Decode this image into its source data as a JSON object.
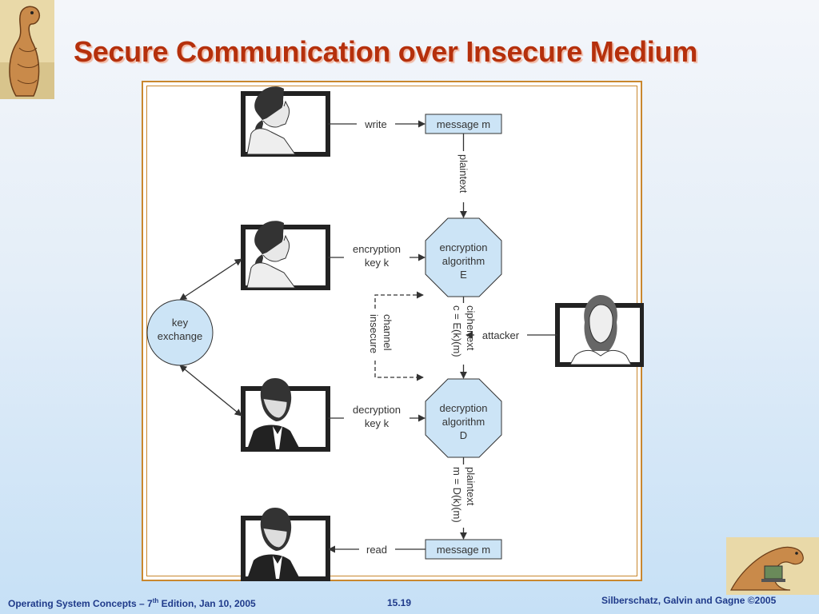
{
  "slide": {
    "title": "Secure Communication over Insecure Medium"
  },
  "diagram": {
    "write_label": "write",
    "read_label": "read",
    "message_top": "message m",
    "message_bottom": "message m",
    "plaintext_top": "plaintext",
    "encryption_key_line1": "encryption",
    "encryption_key_line2": "key k",
    "decryption_key_line1": "decryption",
    "decryption_key_line2": "key k",
    "encryption_algo_line1": "encryption",
    "encryption_algo_line2": "algorithm",
    "encryption_algo_line3": "E",
    "decryption_algo_line1": "decryption",
    "decryption_algo_line2": "algorithm",
    "decryption_algo_line3": "D",
    "key_exchange_line1": "key",
    "key_exchange_line2": "exchange",
    "insecure_line1": "insecure",
    "insecure_line2": "channel",
    "ciphertext_line1": "ciphertext",
    "ciphertext_line2": "c = E(k)(m)",
    "plaintext_bottom_line1": "plaintext",
    "plaintext_bottom_line2": "m = D(k)(m)",
    "attacker_label": "attacker"
  },
  "footer": {
    "book": "Operating System Concepts – 7",
    "book_sup": "th",
    "book_rest": " Edition, Jan 10, 2005",
    "page": "15.19",
    "authors": "Silberschatz, Galvin and Gagne ©2005"
  },
  "colors": {
    "title": "#b5300c",
    "footer": "#1f3a8a",
    "frame": "#c9872e",
    "shape_fill": "#cce4f6"
  }
}
